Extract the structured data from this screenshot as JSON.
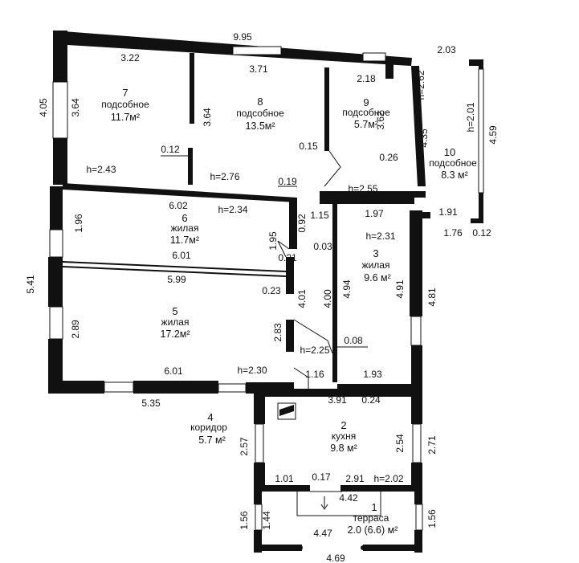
{
  "rooms": [
    {
      "number": "1",
      "name": "терраса",
      "area": "2.0 (6.6) м²"
    },
    {
      "number": "2",
      "name": "кухня",
      "area": "9.8 м²"
    },
    {
      "number": "3",
      "name": "жилая",
      "area": "9.6 м²"
    },
    {
      "number": "4",
      "name": "коридор",
      "area": "5.7 м²"
    },
    {
      "number": "5",
      "name": "жилая",
      "area": "17.2м²"
    },
    {
      "number": "6",
      "name": "жилая",
      "area": "11.7м²"
    },
    {
      "number": "7",
      "name": "подсобное",
      "area": "11.7м²"
    },
    {
      "number": "8",
      "name": "подсобное",
      "area": "13.5м²"
    },
    {
      "number": "9",
      "name": "подсобное",
      "area": "5.7м²"
    },
    {
      "number": "10",
      "name": "подсобное",
      "area": "8.3 м²"
    }
  ],
  "dims": {
    "top_total": "9.95",
    "r7_top": "3.22",
    "r8_top": "3.71",
    "r9_top": "2.18",
    "r10_top": "2.03",
    "left_upper": "4.05",
    "r7_left": "3.64",
    "r8_left": "3.64",
    "r9_right": "3.62",
    "h262": "h=2.62",
    "h201": "h=2.01",
    "r10_side": "4.35",
    "outer_459": "4.59",
    "d012a": "0.12",
    "d015": "0.15",
    "d026": "0.26",
    "h243": "h=2.43",
    "h276": "h=2.76",
    "d019": "0.19",
    "h255": "h=2.55",
    "d602": "6.02",
    "h234": "h=2.34",
    "d092": "0.92",
    "d115": "1.15",
    "d197": "1.97",
    "d191": "1.91",
    "d176": "1.76",
    "d012b": "0.12",
    "d196": "1.96",
    "h231": "h=2.31",
    "d195": "1.95",
    "d003": "0.03",
    "d601": "6.01",
    "d021": "0.21",
    "d541": "5.41",
    "d599": "5.99",
    "d023": "0.23",
    "d401": "4.01",
    "d400": "4.00",
    "d494": "4.94",
    "d491": "4.91",
    "d481": "4.81",
    "d289": "2.89",
    "d283": "2.83",
    "h225": "h=2.25",
    "d008": "0.08",
    "d601b": "6.01",
    "h230": "h=2.30",
    "d116": "1.16",
    "d193": "1.93",
    "d391": "3.91",
    "d024": "0.24",
    "d535": "5.35",
    "d257": "2.57",
    "d254": "2.54",
    "d271": "2.71",
    "d101": "1.01",
    "d017": "0.17",
    "d291": "2.91",
    "h202": "h=2.02",
    "d442": "4.42",
    "d156a": "1.56",
    "d144": "1.44",
    "d447": "4.47",
    "d156b": "1.56",
    "d469": "4.69"
  },
  "colors": {
    "line": "#111111",
    "background": "#ffffff"
  }
}
